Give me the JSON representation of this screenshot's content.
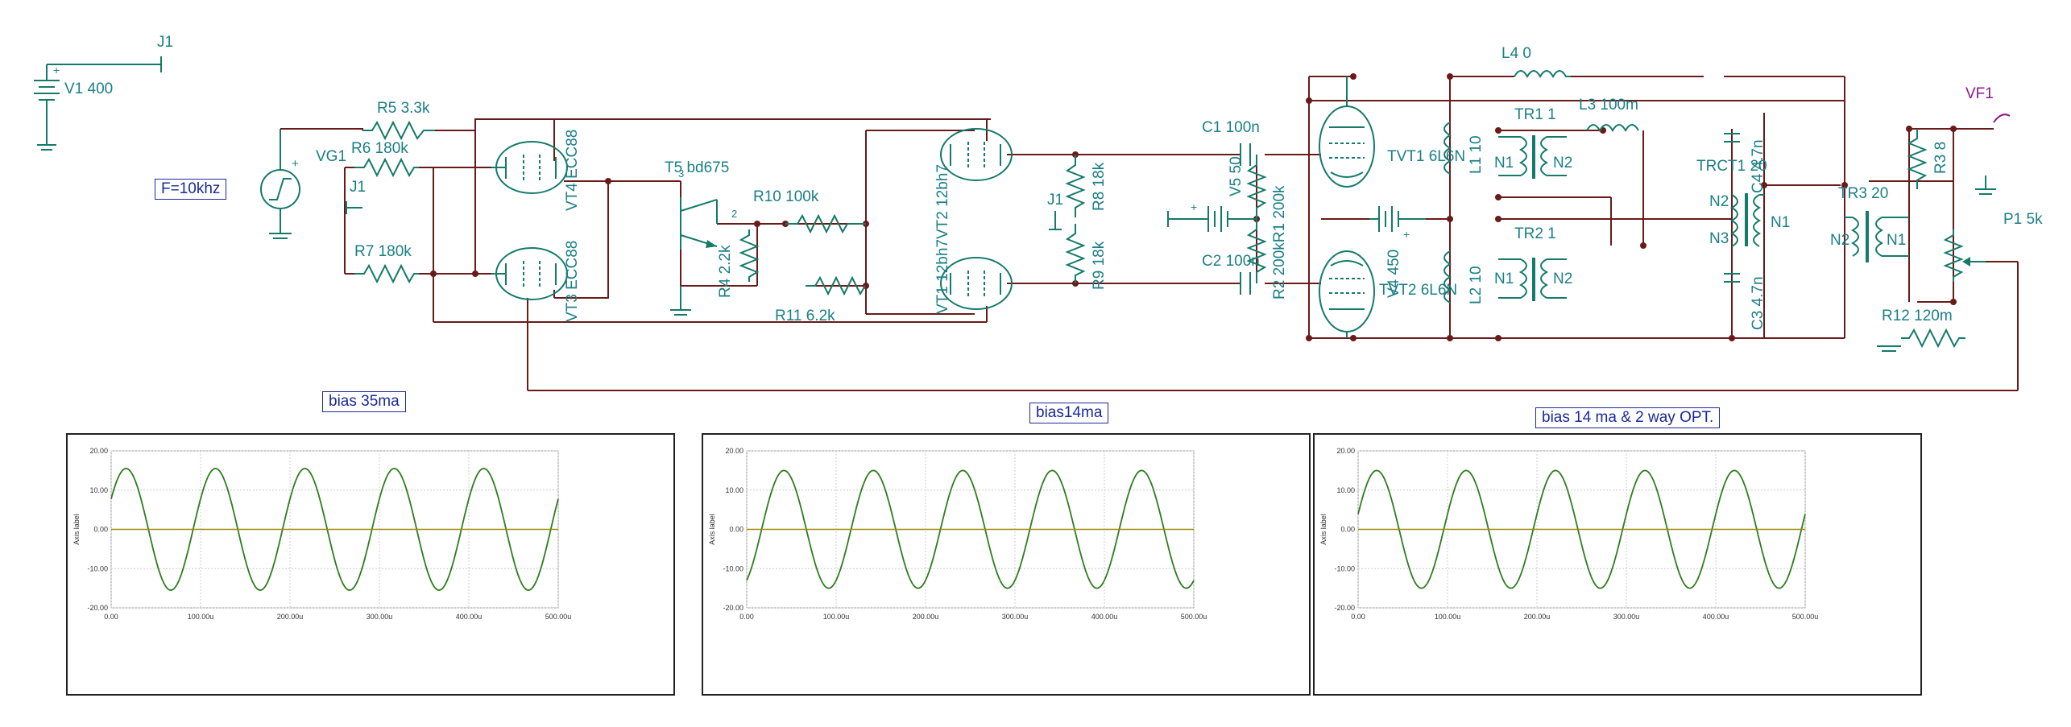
{
  "schematic": {
    "components": {
      "v1": "V1 400",
      "j1_top": "J1",
      "vg1": "VG1",
      "j1_in": "J1",
      "r5": "R5 3.3k",
      "r6": "R6 180k",
      "r7": "R7 180k",
      "vt4": "VT4 ECC88",
      "vt3": "VT3 ECC88",
      "t5": "T5 bd675",
      "r10": "R10 100k",
      "r4": "R4 2.2k",
      "r11": "R11 6.2k",
      "vt2": "VT1 12bh7VT2 12bh7",
      "r8": "R8 18k",
      "r9": "R9 18k",
      "j1_mid": "J1",
      "c1": "C1 100n",
      "v5": "V5 50",
      "c2": "C2 100n",
      "r2r1": "R2 200kR1 200k",
      "tvt1": "TVT1 6L6N",
      "tvt2": "TVT2 6L6N",
      "v4": "V4 450",
      "l4": "L4 0",
      "l1": "L1 10",
      "l2": "L2 10",
      "tr1": "TR1 1",
      "tr2": "TR2 1",
      "l3": "L3 100m",
      "trct": "TRCT1 20",
      "c4": "C4 4.7n",
      "c3": "C3 4.7n",
      "tr3": "TR3 20",
      "r3": "R3 8",
      "vf1": "VF1",
      "p1": "P1 5k",
      "r12": "R12 120m",
      "n1": "N1",
      "n2": "N2",
      "n3": "N3",
      "pin2": "2",
      "pin3": "3"
    },
    "freq_box": "F=10khz"
  },
  "plots": [
    {
      "caption": "bias 35ma",
      "chart_data": {
        "type": "line",
        "ylabel": "Axis label",
        "xlim": [
          0,
          500
        ],
        "ylim": [
          -20,
          20
        ],
        "xticks": [
          "0.00",
          "100.00u",
          "200.00u",
          "300.00u",
          "400.00u",
          "500.00u"
        ],
        "yticks": [
          "20.00",
          "10.00",
          "0.00",
          "-10.00",
          "-20.00"
        ],
        "grid": true,
        "series": [
          {
            "amplitude": 15.5,
            "period_us": 100,
            "phase_deg": 30,
            "color": "#2e7d1e"
          },
          {
            "constant": 0,
            "color": "#9a8a00"
          }
        ]
      }
    },
    {
      "caption": "bias14ma",
      "chart_data": {
        "type": "line",
        "ylabel": "Axis label",
        "xlim": [
          0,
          500
        ],
        "ylim": [
          -20,
          20
        ],
        "xticks": [
          "0.00",
          "100.00u",
          "200.00u",
          "300.00u",
          "400.00u",
          "500.00u"
        ],
        "yticks": [
          "20.00",
          "10.00",
          "0.00",
          "-10.00",
          "-20.00"
        ],
        "grid": true,
        "series": [
          {
            "amplitude": 15,
            "period_us": 100,
            "phase_deg": -60,
            "color": "#2e7d1e"
          },
          {
            "constant": 0,
            "color": "#9a8a00"
          }
        ]
      }
    },
    {
      "caption": "bias 14 ma & 2 way OPT.",
      "chart_data": {
        "type": "line",
        "ylabel": "Axis label",
        "xlim": [
          0,
          500
        ],
        "ylim": [
          -20,
          20
        ],
        "xticks": [
          "0.00",
          "100.00u",
          "200.00u",
          "300.00u",
          "400.00u",
          "500.00u"
        ],
        "yticks": [
          "20.00",
          "10.00",
          "0.00",
          "-10.00",
          "-20.00"
        ],
        "grid": true,
        "series": [
          {
            "amplitude": 15,
            "period_us": 100,
            "phase_deg": 15,
            "color": "#2e7d1e"
          },
          {
            "constant": 0,
            "color": "#9a8a00"
          }
        ]
      }
    }
  ]
}
